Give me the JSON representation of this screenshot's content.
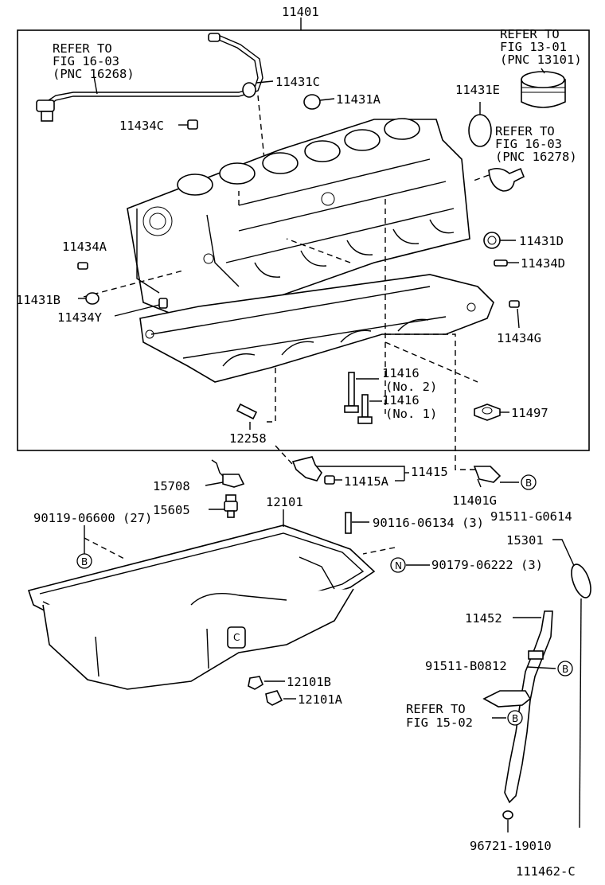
{
  "header": {
    "assembly_number": "11401"
  },
  "refs": {
    "fig_16_03_a": [
      "REFER TO",
      "FIG 16-03",
      "(PNC 16268)"
    ],
    "fig_13_01": [
      "REFER TO",
      "FIG 13-01",
      "(PNC 13101)"
    ],
    "fig_16_03_b": [
      "REFER TO",
      "FIG 16-03",
      "(PNC 16278)"
    ],
    "fig_15_02": [
      "REFER TO",
      "FIG 15-02"
    ]
  },
  "parts": {
    "p11431C": "11431C",
    "p11431A": "11431A",
    "p11434C": "11434C",
    "p11431E": "11431E",
    "p11434A": "11434A",
    "p11431D": "11431D",
    "p11434D": "11434D",
    "p11431B": "11431B",
    "p11434Y": "11434Y",
    "p11434G": "11434G",
    "p11416_2": "11416",
    "p11416_2_sub": "(No. 2)",
    "p11416_1": "11416",
    "p11416_1_sub": "(No. 1)",
    "p11497": "11497",
    "p12258": "12258",
    "p11415": "11415",
    "p11415A": "11415A",
    "p15708": "15708",
    "p15605": "15605",
    "p11401G": "11401G",
    "p91511_G0614": "91511-G0614",
    "p12101": "12101",
    "p90119": "90119-06600 (27)",
    "p90116": "90116-06134 (3)",
    "p90179": "90179-06222 (3)",
    "p15301": "15301",
    "p11452": "11452",
    "p91511_B0812": "91511-B0812",
    "p12101B": "12101B",
    "p12101A": "12101A",
    "p96721": "96721-19010"
  },
  "markers": {
    "b": "B",
    "n": "N",
    "c": "C"
  },
  "footer": {
    "figure_id": "111462-C"
  }
}
